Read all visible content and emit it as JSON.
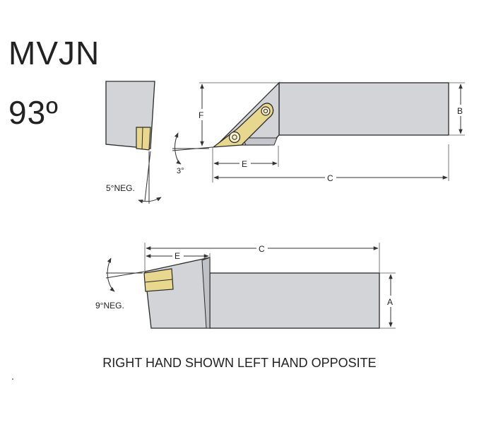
{
  "header": {
    "model": "MVJN",
    "angle": "93º"
  },
  "top_view": {
    "dims": {
      "f": "F",
      "b": "B",
      "e": "E",
      "c": "C"
    },
    "angles": {
      "side_neg": "5°NEG.",
      "approach": "3°"
    }
  },
  "side_view": {
    "dims": {
      "e": "E",
      "c": "C",
      "a": "A"
    },
    "angles": {
      "rake_neg": "9°NEG."
    }
  },
  "footer": {
    "note": "RIGHT HAND SHOWN LEFT HAND OPPOSITE"
  },
  "colors": {
    "body_fill": "#d2d4d8",
    "outline": "#2a2a2a",
    "insert_fill": "#e8d88e",
    "dim_line": "#333333"
  }
}
